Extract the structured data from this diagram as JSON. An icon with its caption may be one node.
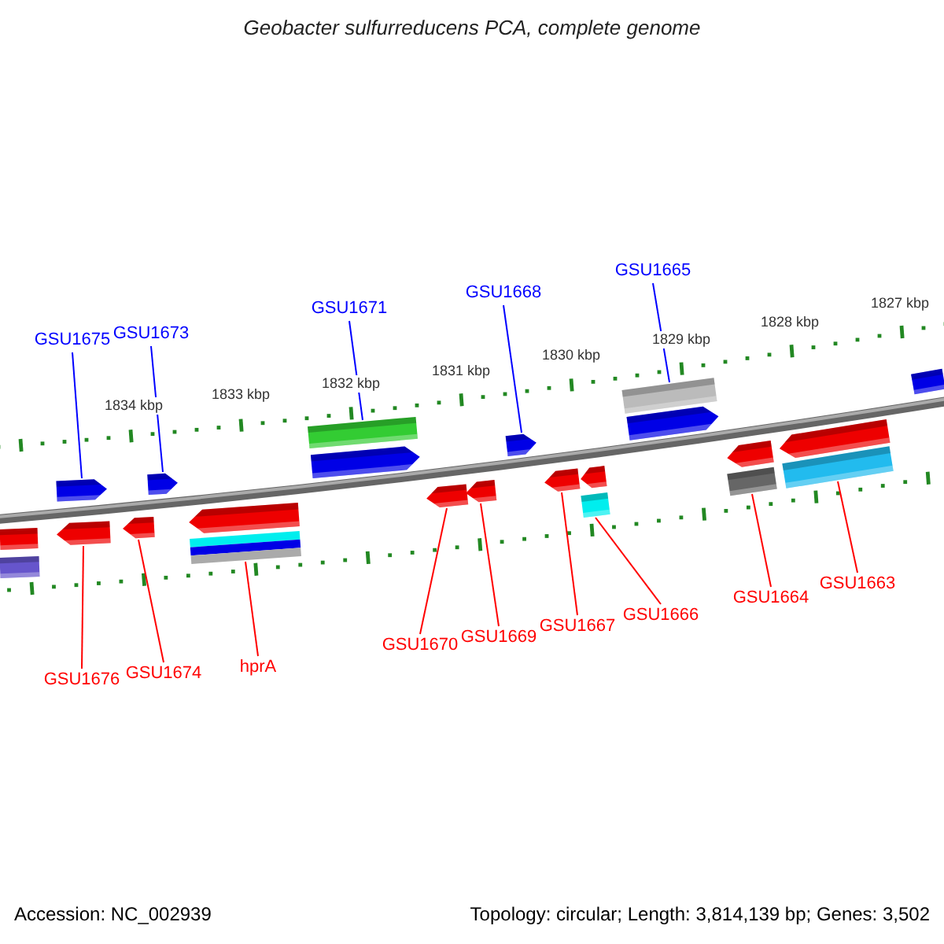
{
  "diagram": {
    "title": "Geobacter sulfurreducens PCA, complete genome",
    "nodes": [
      {
        "text": [
          "GSU1675"
        ]
      },
      {
        "text": [
          "GSU1673"
        ]
      },
      {
        "text": [
          "GSU1671"
        ]
      },
      {
        "text": [
          "GSU1668"
        ]
      },
      {
        "text": [
          "GSU1665"
        ]
      },
      {
        "text": [],
        "shape": "arrow"
      },
      {
        "text": [],
        "shape": "arrow"
      },
      {
        "text": [],
        "shape": "bar"
      },
      {
        "text": [],
        "shape": "arrow"
      },
      {
        "text": [],
        "shape": "arrow"
      },
      {
        "text": [],
        "shape": "bar"
      },
      {
        "text": [],
        "shape": "arrow"
      },
      {
        "text": [],
        "shape": "bar"
      },
      {
        "text": [],
        "shape": "bar"
      },
      {
        "text": [],
        "shape": "bar"
      },
      {
        "text": [],
        "shape": "arrow"
      },
      {
        "text": [],
        "shape": "arrow"
      },
      {
        "text": [],
        "shape": "arrow"
      },
      {
        "text": [],
        "shape": "bar"
      },
      {
        "text": [],
        "shape": "arrow"
      },
      {
        "text": [],
        "shape": "arrow"
      },
      {
        "text": [],
        "shape": "arrow"
      },
      {
        "text": [],
        "shape": "arrow"
      },
      {
        "text": [],
        "shape": "bar"
      },
      {
        "text": [],
        "shape": "arrow"
      },
      {
        "text": [],
        "shape": "bar"
      },
      {
        "text": [],
        "shape": "arrow"
      },
      {
        "text": [],
        "shape": "bar"
      },
      {
        "text": [
          "GSU1676"
        ]
      },
      {
        "text": [
          "GSU1674"
        ]
      },
      {
        "text": [
          "hprA"
        ]
      },
      {
        "text": [
          "GSU1670"
        ]
      },
      {
        "text": [
          "GSU1669"
        ]
      },
      {
        "text": [
          "GSU1667"
        ]
      },
      {
        "text": [
          "GSU1666"
        ]
      },
      {
        "text": [
          "GSU1664"
        ]
      },
      {
        "text": [
          "GSU1663"
        ]
      }
    ],
    "edges": [
      {
        "from": 0,
        "to": 5,
        "arrow": "none",
        "color": "#0000ff"
      },
      {
        "from": 1,
        "to": 6,
        "arrow": "none",
        "color": "#0000ff"
      },
      {
        "from": 2,
        "to": 7,
        "arrow": "none",
        "color": "#0000ff"
      },
      {
        "from": 3,
        "to": 9,
        "arrow": "none",
        "color": "#0000ff"
      },
      {
        "from": 4,
        "to": 10,
        "arrow": "none",
        "color": "#0000ff"
      },
      {
        "from": 28,
        "to": 15,
        "arrow": "none"
      },
      {
        "from": 29,
        "to": 16,
        "arrow": "none"
      },
      {
        "from": 30,
        "to": 18,
        "arrow": "none"
      },
      {
        "from": 31,
        "to": 19,
        "arrow": "none"
      },
      {
        "from": 32,
        "to": 20,
        "arrow": "none"
      },
      {
        "from": 33,
        "to": 21,
        "arrow": "none"
      },
      {
        "from": 34,
        "to": 23,
        "arrow": "none"
      },
      {
        "from": 35,
        "to": 25,
        "arrow": "none"
      },
      {
        "from": 36,
        "to": 27,
        "arrow": "none"
      }
    ],
    "labels": [
      "1834 kbp",
      "1833 kbp",
      "1832 kbp",
      "1831 kbp",
      "1830 kbp",
      "1829 kbp",
      "1828 kbp",
      "1827 kbp",
      "Accession: NC_002939",
      "Topology: circular; Length: 3,814,139 bp; Genes: 3,502"
    ]
  }
}
